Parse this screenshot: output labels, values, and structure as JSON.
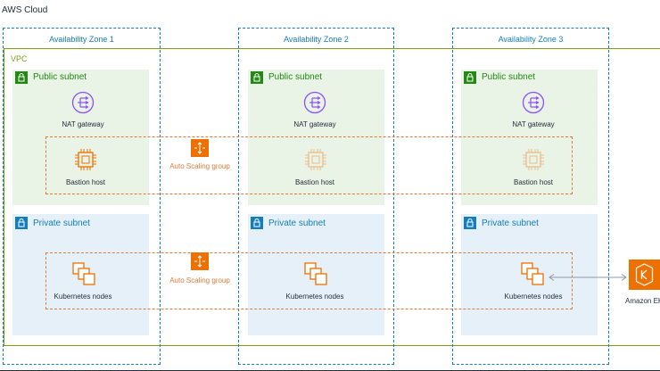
{
  "cloud": {
    "title": "AWS Cloud"
  },
  "vpc": {
    "title": "VPC"
  },
  "zones": [
    {
      "title": "Availability Zone 1",
      "public_subnet": "Public subnet",
      "nat": "NAT gateway",
      "bastion": "Bastion host",
      "private_subnet": "Private subnet",
      "nodes": "Kubernetes nodes"
    },
    {
      "title": "Availability Zone 2",
      "public_subnet": "Public subnet",
      "nat": "NAT gateway",
      "bastion": "Bastion host",
      "private_subnet": "Private subnet",
      "nodes": "Kubernetes nodes"
    },
    {
      "title": "Availability Zone 3",
      "public_subnet": "Public subnet",
      "nat": "NAT gateway",
      "bastion": "Bastion host",
      "private_subnet": "Private subnet",
      "nodes": "Kubernetes nodes"
    }
  ],
  "asg": {
    "bastion_label": "Auto Scaling group",
    "nodes_label": "Auto Scaling group"
  },
  "external": {
    "eks_label": "Amazon EKS"
  },
  "colors": {
    "vpc_green": "#7aa116",
    "az_blue": "#147eba",
    "public_green": "#248814",
    "private_blue": "#147eba",
    "asg_orange": "#e07b39",
    "nat_purple": "#8c4fff",
    "eks_orange": "#ed7100"
  }
}
